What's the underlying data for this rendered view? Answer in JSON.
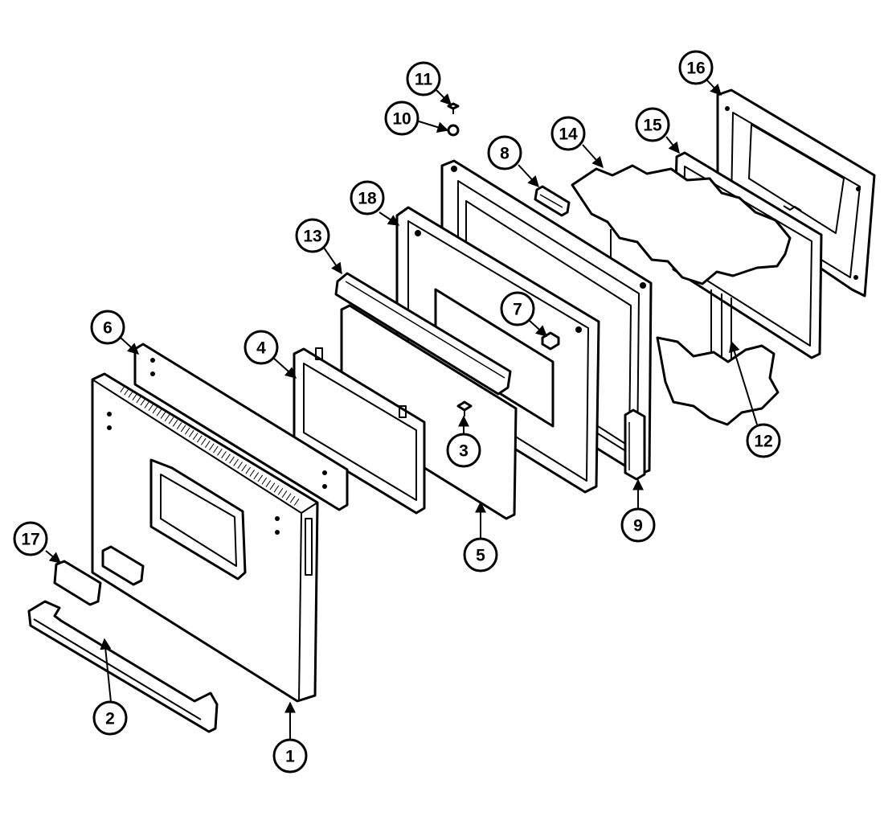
{
  "callouts": [
    {
      "id": "c1",
      "label": "1"
    },
    {
      "id": "c2",
      "label": "2"
    },
    {
      "id": "c3",
      "label": "3"
    },
    {
      "id": "c4",
      "label": "4"
    },
    {
      "id": "c5",
      "label": "5"
    },
    {
      "id": "c6",
      "label": "6"
    },
    {
      "id": "c7",
      "label": "7"
    },
    {
      "id": "c8",
      "label": "8"
    },
    {
      "id": "c9",
      "label": "9"
    },
    {
      "id": "c10",
      "label": "10"
    },
    {
      "id": "c11",
      "label": "11"
    },
    {
      "id": "c12",
      "label": "12"
    },
    {
      "id": "c13",
      "label": "13"
    },
    {
      "id": "c14",
      "label": "14"
    },
    {
      "id": "c15",
      "label": "15"
    },
    {
      "id": "c16",
      "label": "16"
    },
    {
      "id": "c17",
      "label": "17"
    },
    {
      "id": "c18",
      "label": "18"
    }
  ],
  "colors": {
    "ink": "#000000",
    "paper": "#ffffff"
  }
}
